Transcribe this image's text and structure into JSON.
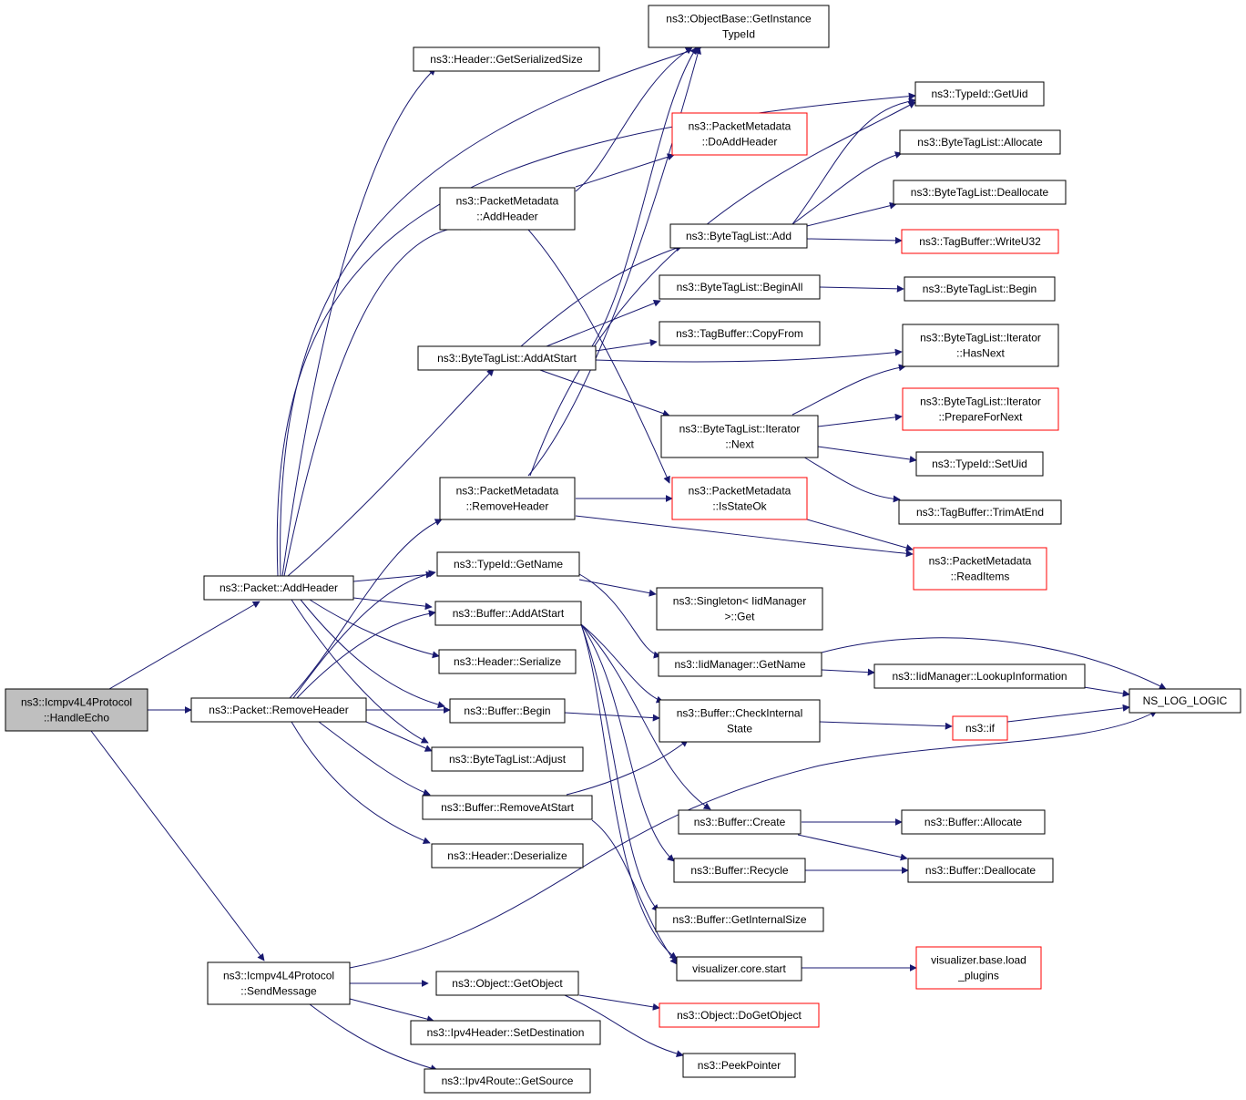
{
  "colors": {
    "edge": "#191970",
    "root_fill": "#bfbfbf",
    "red_border": "#ff0000",
    "normal_border": "#000000"
  },
  "nodes": [
    {
      "id": "root",
      "lines": [
        "ns3::Icmpv4L4Protocol",
        "::HandleEcho"
      ],
      "style": "root"
    },
    {
      "id": "addHeader",
      "lines": [
        "ns3::Packet::AddHeader"
      ],
      "style": "normal"
    },
    {
      "id": "removeHeader",
      "lines": [
        "ns3::Packet::RemoveHeader"
      ],
      "style": "normal"
    },
    {
      "id": "sendMessage",
      "lines": [
        "ns3::Icmpv4L4Protocol",
        "::SendMessage"
      ],
      "style": "normal"
    },
    {
      "id": "getSerializedSize",
      "lines": [
        "ns3::Header::GetSerializedSize"
      ],
      "style": "normal"
    },
    {
      "id": "pmAddHeader",
      "lines": [
        "ns3::PacketMetadata",
        "::AddHeader"
      ],
      "style": "normal"
    },
    {
      "id": "btlAddAtStart",
      "lines": [
        "ns3::ByteTagList::AddAtStart"
      ],
      "style": "normal"
    },
    {
      "id": "pmRemoveHeader",
      "lines": [
        "ns3::PacketMetadata",
        "::RemoveHeader"
      ],
      "style": "normal"
    },
    {
      "id": "typeIdGetName",
      "lines": [
        "ns3::TypeId::GetName"
      ],
      "style": "normal"
    },
    {
      "id": "bufAddAtStart",
      "lines": [
        "ns3::Buffer::AddAtStart"
      ],
      "style": "normal"
    },
    {
      "id": "headerSerialize",
      "lines": [
        "ns3::Header::Serialize"
      ],
      "style": "normal"
    },
    {
      "id": "bufBegin",
      "lines": [
        "ns3::Buffer::Begin"
      ],
      "style": "normal"
    },
    {
      "id": "btlAdjust",
      "lines": [
        "ns3::ByteTagList::Adjust"
      ],
      "style": "normal"
    },
    {
      "id": "bufRemoveAtStart",
      "lines": [
        "ns3::Buffer::RemoveAtStart"
      ],
      "style": "normal"
    },
    {
      "id": "headerDeserialize",
      "lines": [
        "ns3::Header::Deserialize"
      ],
      "style": "normal"
    },
    {
      "id": "objGetObject",
      "lines": [
        "ns3::Object::GetObject"
      ],
      "style": "normal"
    },
    {
      "id": "ipv4SetDest",
      "lines": [
        "ns3::Ipv4Header::SetDestination"
      ],
      "style": "normal"
    },
    {
      "id": "ipv4RouteGetSource",
      "lines": [
        "ns3::Ipv4Route::GetSource"
      ],
      "style": "normal"
    },
    {
      "id": "objBaseGetInstance",
      "lines": [
        "ns3::ObjectBase::GetInstance",
        "TypeId"
      ],
      "style": "normal"
    },
    {
      "id": "pmDoAddHeader",
      "lines": [
        "ns3::PacketMetadata",
        "::DoAddHeader"
      ],
      "style": "red"
    },
    {
      "id": "btlAdd",
      "lines": [
        "ns3::ByteTagList::Add"
      ],
      "style": "normal"
    },
    {
      "id": "btlBeginAll",
      "lines": [
        "ns3::ByteTagList::BeginAll"
      ],
      "style": "normal"
    },
    {
      "id": "tbCopyFrom",
      "lines": [
        "ns3::TagBuffer::CopyFrom"
      ],
      "style": "normal"
    },
    {
      "id": "btlIterNext",
      "lines": [
        "ns3::ByteTagList::Iterator",
        "::Next"
      ],
      "style": "normal"
    },
    {
      "id": "pmIsStateOk",
      "lines": [
        "ns3::PacketMetadata",
        "::IsStateOk"
      ],
      "style": "red"
    },
    {
      "id": "singletonGet",
      "lines": [
        "ns3::Singleton< IidManager",
        ">::Get"
      ],
      "style": "normal"
    },
    {
      "id": "iidGetName",
      "lines": [
        "ns3::IidManager::GetName"
      ],
      "style": "normal"
    },
    {
      "id": "bufCheckInternal",
      "lines": [
        "ns3::Buffer::CheckInternal",
        "State"
      ],
      "style": "normal"
    },
    {
      "id": "bufCreate",
      "lines": [
        "ns3::Buffer::Create"
      ],
      "style": "normal"
    },
    {
      "id": "bufRecycle",
      "lines": [
        "ns3::Buffer::Recycle"
      ],
      "style": "normal"
    },
    {
      "id": "bufGetInternalSize",
      "lines": [
        "ns3::Buffer::GetInternalSize"
      ],
      "style": "normal"
    },
    {
      "id": "vizCoreStart",
      "lines": [
        "visualizer.core.start"
      ],
      "style": "normal"
    },
    {
      "id": "objDoGetObject",
      "lines": [
        "ns3::Object::DoGetObject"
      ],
      "style": "red"
    },
    {
      "id": "peekPointer",
      "lines": [
        "ns3::PeekPointer"
      ],
      "style": "normal"
    },
    {
      "id": "typeIdGetUid",
      "lines": [
        "ns3::TypeId::GetUid"
      ],
      "style": "normal"
    },
    {
      "id": "btlAllocate",
      "lines": [
        "ns3::ByteTagList::Allocate"
      ],
      "style": "normal"
    },
    {
      "id": "btlDeallocate",
      "lines": [
        "ns3::ByteTagList::Deallocate"
      ],
      "style": "normal"
    },
    {
      "id": "tbWriteU32",
      "lines": [
        "ns3::TagBuffer::WriteU32"
      ],
      "style": "red"
    },
    {
      "id": "btlBegin",
      "lines": [
        "ns3::ByteTagList::Begin"
      ],
      "style": "normal"
    },
    {
      "id": "btlIterHasNext",
      "lines": [
        "ns3::ByteTagList::Iterator",
        "::HasNext"
      ],
      "style": "normal"
    },
    {
      "id": "btlIterPrepare",
      "lines": [
        "ns3::ByteTagList::Iterator",
        "::PrepareForNext"
      ],
      "style": "red"
    },
    {
      "id": "typeIdSetUid",
      "lines": [
        "ns3::TypeId::SetUid"
      ],
      "style": "normal"
    },
    {
      "id": "tbTrimAtEnd",
      "lines": [
        "ns3::TagBuffer::TrimAtEnd"
      ],
      "style": "normal"
    },
    {
      "id": "pmReadItems",
      "lines": [
        "ns3::PacketMetadata",
        "::ReadItems"
      ],
      "style": "red"
    },
    {
      "id": "iidLookup",
      "lines": [
        "ns3::IidManager::LookupInformation"
      ],
      "style": "normal"
    },
    {
      "id": "nsIf",
      "lines": [
        "ns3::if"
      ],
      "style": "red"
    },
    {
      "id": "nsLogLogic",
      "lines": [
        "NS_LOG_LOGIC"
      ],
      "style": "normal"
    },
    {
      "id": "bufAllocate",
      "lines": [
        "ns3::Buffer::Allocate"
      ],
      "style": "normal"
    },
    {
      "id": "bufDeallocate",
      "lines": [
        "ns3::Buffer::Deallocate"
      ],
      "style": "normal"
    },
    {
      "id": "vizLoadPlugins",
      "lines": [
        "visualizer.base.load",
        "_plugins"
      ],
      "style": "red"
    }
  ]
}
